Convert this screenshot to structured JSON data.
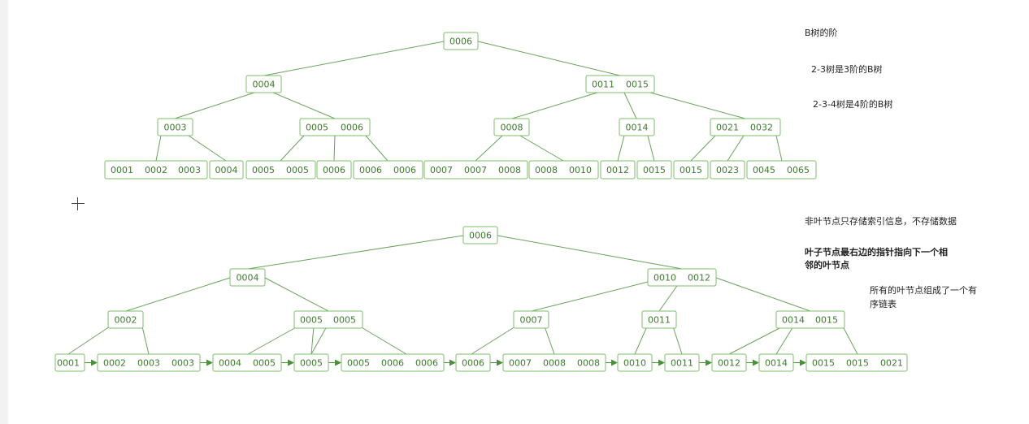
{
  "notes": {
    "order_title": "B树的阶",
    "tree23": "2-3树是3阶的B树",
    "tree234": "2-3-4树是4阶的B树",
    "non_leaf": "非叶节点只存储索引信息，不存储数据",
    "leaf_pointer_line1": "叶子节点最右边的指针指向下一个相",
    "leaf_pointer_line2": "邻的叶节点",
    "leaf_list_line1": "所有的叶节点组成了一个有",
    "leaf_list_line2": "序链表"
  },
  "btree": {
    "root": [
      "0006"
    ],
    "level1": [
      [
        "0004"
      ],
      [
        "0011",
        "0015"
      ]
    ],
    "level2": [
      [
        "0003"
      ],
      [
        "0005",
        "0006"
      ],
      [
        "0008"
      ],
      [
        "0014"
      ],
      [
        "0021",
        "0032"
      ]
    ],
    "leaves": [
      [
        "0001",
        "0002",
        "0003"
      ],
      [
        "0004"
      ],
      [
        "0005",
        "0005"
      ],
      [
        "0006"
      ],
      [
        "0006",
        "0006"
      ],
      [
        "0007",
        "0007",
        "0008"
      ],
      [
        "0008",
        "0010"
      ],
      [
        "0012"
      ],
      [
        "0015"
      ],
      [
        "0015"
      ],
      [
        "0023"
      ],
      [
        "0045",
        "0065"
      ]
    ]
  },
  "bplustree": {
    "root": [
      "0006"
    ],
    "level1": [
      [
        "0004"
      ],
      [
        "0010",
        "0012"
      ]
    ],
    "level2": [
      [
        "0002"
      ],
      [
        "0005",
        "0005"
      ],
      [
        "0007"
      ],
      [
        "0011"
      ],
      [
        "0014",
        "0015"
      ]
    ],
    "leaves": [
      [
        "0001"
      ],
      [
        "0002",
        "0003",
        "0003"
      ],
      [
        "0004",
        "0005"
      ],
      [
        "0005"
      ],
      [
        "0005",
        "0006",
        "0006"
      ],
      [
        "0006"
      ],
      [
        "0007",
        "0008",
        "0008"
      ],
      [
        "0010"
      ],
      [
        "0011"
      ],
      [
        "0012"
      ],
      [
        "0014"
      ],
      [
        "0015",
        "0015",
        "0021"
      ]
    ]
  },
  "colors": {
    "node_border": "#7cbf6a",
    "node_fill": "#ffffff",
    "node_text": "#3c7a2c",
    "edge": "#6aa35a",
    "arrow": "#4a8f3a"
  }
}
